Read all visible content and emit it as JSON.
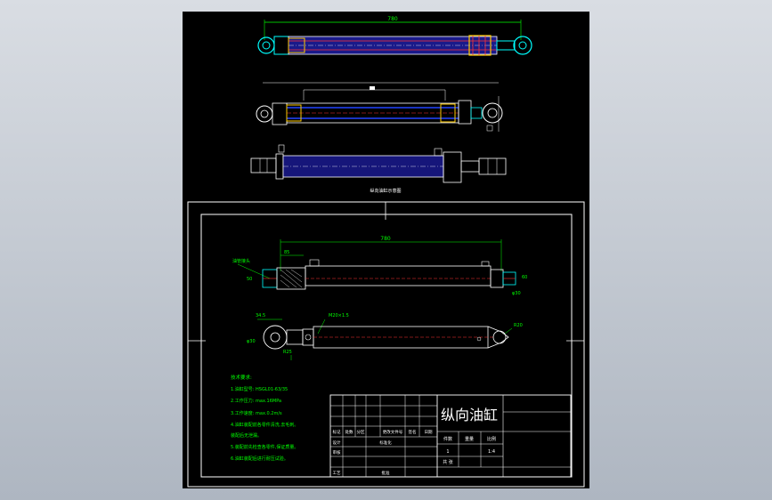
{
  "top_assembly": {
    "dim_length": "780",
    "caption": "纵向油缸示意图"
  },
  "drawing": {
    "dim_length": "780",
    "callout_oil_port": "油管接头",
    "dim_left_stroke": "85",
    "dim_left_height": "50",
    "dim_right_height": "60",
    "dim_rod_end": "φ30",
    "dim_clevis_width": "34.5",
    "dim_thread": "M20×1.5",
    "dim_eye_left": "φ30",
    "dim_eye_left_b": "R25",
    "dim_eye_right": "R20"
  },
  "tech_notes": {
    "title": "技术要求:",
    "items": [
      "1.油缸型号: HSGL01-63/35",
      "2.工作压力: max.16MPa",
      "3.工作速度: max.0.2m/s",
      "4.油缸装配前各零件清洗,去毛刺。",
      "   装配后无泄漏。",
      "5.装配前先检查各零件,保证质量。",
      "6.油缸装配后进行耐压试验。"
    ]
  },
  "title_block": {
    "title": "纵向油缸",
    "col_count": "件数",
    "col_weight": "重量",
    "col_scale": "比例",
    "count": "1",
    "scale": "1:4",
    "row_labels": [
      "标记",
      "处数",
      "分区",
      "更改文件号",
      "签名",
      "日期"
    ],
    "design": "设计",
    "standard": "标准化",
    "check": "审核",
    "process": "工艺",
    "approve": "批准",
    "sheet": "共 张"
  },
  "colors": {
    "background": "#000000",
    "outline": "#ffffff",
    "dimension": "#00ff00",
    "hidden": "#ff3333",
    "body_fill": "#2020a0",
    "yellow": "#ffcc00",
    "cyan": "#00ffff"
  }
}
